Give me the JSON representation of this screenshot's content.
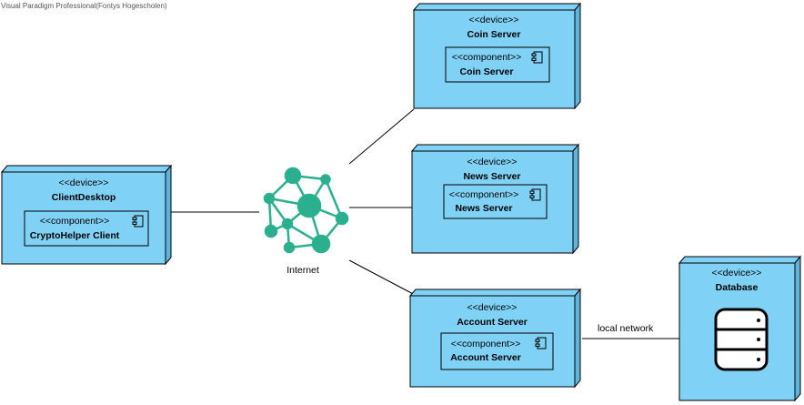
{
  "watermark": "Visual Paradigm Professional(Fontys Hogescholen)",
  "colors": {
    "node_fill": "#7FD1F5",
    "node_side": "#5FB4DB",
    "component_fill": "#7FD1F5",
    "network_icon": "#2BB08F",
    "line": "#000000"
  },
  "nodes": {
    "client": {
      "stereotype": "<<device>>",
      "name": "ClientDesktop",
      "component": {
        "stereotype": "<<component>>",
        "name": "CryptoHelper Client"
      }
    },
    "coin": {
      "stereotype": "<<device>>",
      "name": "Coin Server",
      "component": {
        "stereotype": "<<component>>",
        "name": "Coin Server"
      }
    },
    "news": {
      "stereotype": "<<device>>",
      "name": "News Server",
      "component": {
        "stereotype": "<<component>>",
        "name": "News Server"
      }
    },
    "account": {
      "stereotype": "<<device>>",
      "name": "Account Server",
      "component": {
        "stereotype": "<<component>>",
        "name": "Account Server"
      }
    },
    "database": {
      "stereotype": "<<device>>",
      "name": "Database"
    }
  },
  "internet": {
    "label": "Internet",
    "icon": "network-icon"
  },
  "connections": {
    "local_network_label": "local network"
  }
}
